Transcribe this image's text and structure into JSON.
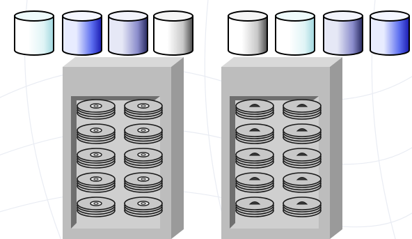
{
  "diagram": {
    "type": "storage-arrays",
    "cylinder_styles": {
      "cyan": {
        "light": "#ffffff",
        "mid": "#dff4f6",
        "dark": "#9fd7de",
        "top": "#eefafb"
      },
      "blue": {
        "light": "#e8ecff",
        "mid": "#5c6ef0",
        "dark": "#1a1ab0",
        "top": "#f4f6ff"
      },
      "navy": {
        "light": "#e6e8f6",
        "mid": "#8a8ccb",
        "dark": "#26285e",
        "top": "#f2f3fb"
      },
      "gray": {
        "light": "#ffffff",
        "mid": "#c8c8c8",
        "dark": "#4a4a4a",
        "top": "#f5f5f5"
      }
    },
    "cylinders_group_1": [
      "cyan",
      "blue",
      "navy",
      "gray"
    ],
    "cylinders_group_2": [
      "gray",
      "cyan",
      "navy",
      "blue"
    ],
    "cabinets": [
      {
        "disk_rows": 5,
        "disk_columns": 2,
        "spindle_style": "ring"
      },
      {
        "disk_rows": 5,
        "disk_columns": 2,
        "spindle_style": "bar"
      }
    ],
    "colors": {
      "background_curve": "#e9ecf3",
      "cabinet_front": "#bdbdbd",
      "cabinet_top": "#d9d9d9",
      "cabinet_side": "#9a9a9a",
      "bay_face": "#cfcfcf",
      "bay_shadow": "#6f6f6f",
      "disk_fill": "#c8c8c8",
      "disk_stroke": "#1a1a1a",
      "outline": "#000000"
    }
  }
}
